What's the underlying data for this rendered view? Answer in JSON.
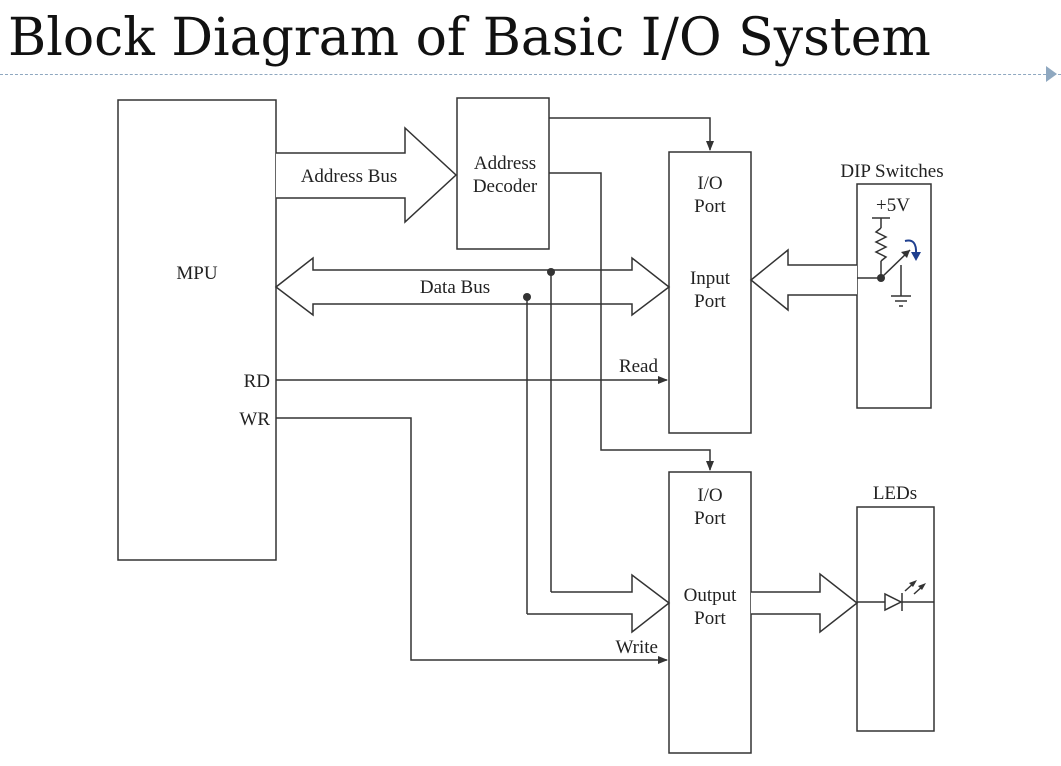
{
  "title": "Block Diagram of Basic I/O System",
  "labels": {
    "mpu": "MPU",
    "rd": "RD",
    "wr": "WR",
    "address_bus": "Address Bus",
    "address_decoder_line1": "Address",
    "address_decoder_line2": "Decoder",
    "data_bus": "Data Bus",
    "read": "Read",
    "write": "Write",
    "io_port_top_line1": "I/O",
    "io_port_top_line2": "Port",
    "input_port_line1": "Input",
    "input_port_line2": "Port",
    "io_port_bottom_line1": "I/O",
    "io_port_bottom_line2": "Port",
    "output_port_line1": "Output",
    "output_port_line2": "Port",
    "dip_switches": "DIP Switches",
    "plus_5v": "+5V",
    "leds": "LEDs"
  },
  "colors": {
    "line": "#333333",
    "text": "#222222",
    "rule": "#8fa8c0",
    "switch_arrow": "#1f3f8f"
  }
}
